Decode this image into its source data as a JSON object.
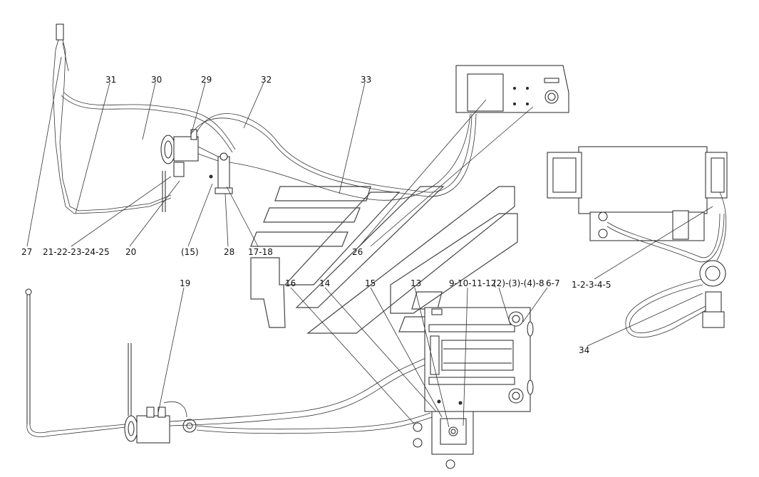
{
  "diagram": {
    "labels": {
      "l31": "31",
      "l30": "30",
      "l29": "29",
      "l32": "32",
      "l33": "33",
      "l27": "27",
      "l21_25": "21-22-23-24-25",
      "l20": "20",
      "l15p": "(15)",
      "l28": "28",
      "l17_18": "17-18",
      "l26": "26",
      "l1_5": "1-2-3-4-5",
      "l34": "34",
      "l19": "19",
      "l16": "16",
      "l14": "14",
      "l15": "15",
      "l13": "13",
      "l9_12": "9-10-11-12",
      "l2_8": "(2)-(3)-(4)-8",
      "l6_7": "6-7"
    }
  }
}
